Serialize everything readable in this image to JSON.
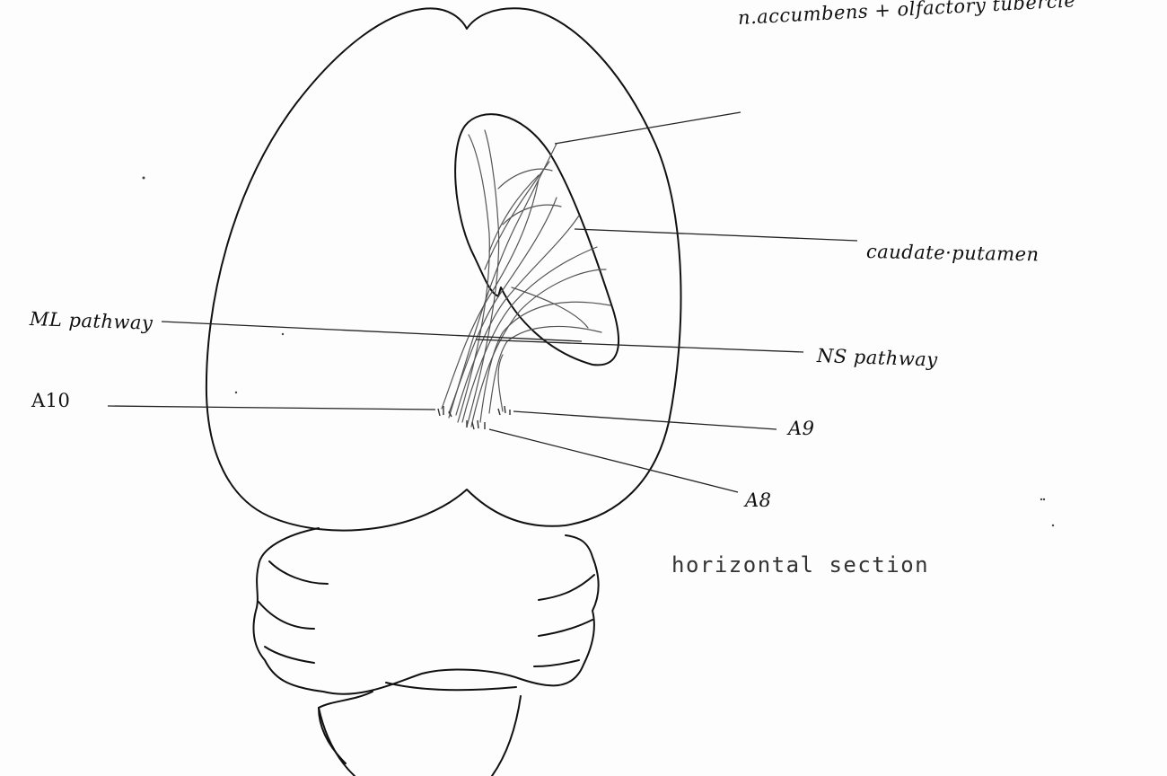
{
  "labels": {
    "accumbens": "n.accumbens + olfactory tubercle",
    "caudate": "caudate·putamen",
    "ml_pathway": "ML pathway",
    "ns_pathway": "NS pathway",
    "a10": "A10",
    "a9": "A9",
    "a8": "A8"
  },
  "caption": "horizontal section",
  "colors": {
    "ink": "#111111",
    "fiber": "#555555",
    "paper": "#fdfdfd"
  }
}
